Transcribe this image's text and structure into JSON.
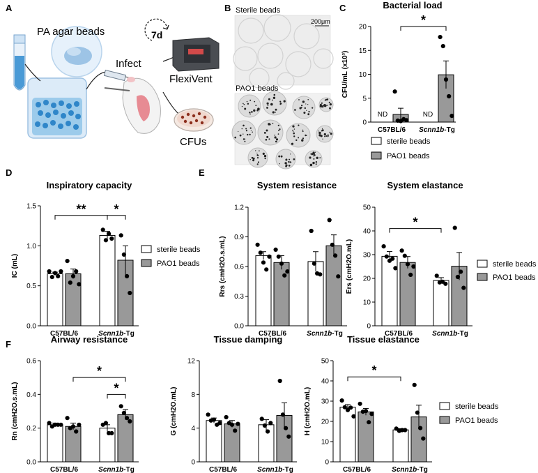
{
  "panels": {
    "A": "A",
    "B": "B",
    "C": "C",
    "D": "D",
    "E": "E",
    "F": "F"
  },
  "schematic": {
    "beads_label": "PA agar beads",
    "days_label": "7d",
    "infect_label": "Infect",
    "flexivent_label": "FlexiVent",
    "cfu_label": "CFUs"
  },
  "micrographs": {
    "sterile_label": "Sterile beads",
    "pao1_label": "PAO1 beads",
    "scalebar_label": "200μm"
  },
  "legend": {
    "sterile": "sterile beads",
    "pao1": "PAO1 beads"
  },
  "colors": {
    "sterile": "#ffffff",
    "pao1": "#999999",
    "stroke": "#000000"
  },
  "chart_data": [
    {
      "id": "C",
      "type": "bar",
      "title": "Bacterial load",
      "ylabel": "CFU/mL (x10³)",
      "ylim": [
        0,
        20
      ],
      "yticks": [
        0,
        5,
        10,
        15,
        20
      ],
      "categories": [
        "C57BL/6",
        "Scnn1b-Tg"
      ],
      "series": [
        {
          "name": "sterile beads",
          "values": [
            null,
            null
          ],
          "labels": [
            "ND",
            "ND"
          ]
        },
        {
          "name": "PAO1 beads",
          "values": [
            1.6,
            9.9
          ],
          "sem": [
            1.3,
            2.9
          ],
          "points": [
            [
              6.4,
              0.3,
              0.2,
              0.6,
              0.4
            ],
            [
              17.8,
              15.9,
              8.9,
              5.4,
              1.3
            ]
          ]
        }
      ],
      "significance": [
        {
          "from": [
            0,
            1
          ],
          "to": [
            1,
            1
          ],
          "label": "*",
          "y": 20
        }
      ]
    },
    {
      "id": "D",
      "type": "bar",
      "title": "Inspiratory capacity",
      "ylabel": "IC (mL)",
      "ylim": [
        0,
        1.5
      ],
      "yticks": [
        0.0,
        0.5,
        1.0,
        1.5
      ],
      "categories": [
        "C57BL/6",
        "Scnn1b-Tg"
      ],
      "series": [
        {
          "name": "sterile beads",
          "values": [
            0.65,
            1.13
          ],
          "sem": [
            0.02,
            0.05
          ],
          "points": [
            [
              0.68,
              0.61,
              0.66,
              0.62,
              0.68
            ],
            [
              1.2,
              1.07,
              1.15,
              1.09
            ]
          ]
        },
        {
          "name": "PAO1 beads",
          "values": [
            0.65,
            0.82
          ],
          "sem": [
            0.06,
            0.18
          ],
          "points": [
            [
              0.81,
              0.54,
              0.62,
              0.68,
              0.52
            ],
            [
              1.13,
              0.89,
              0.62,
              0.41
            ]
          ]
        }
      ],
      "significance": [
        {
          "from": [
            0,
            0
          ],
          "to": [
            1,
            0
          ],
          "label": "**",
          "y": 1.38
        },
        {
          "from": [
            1,
            0
          ],
          "to": [
            1,
            1
          ],
          "label": "*",
          "y": 1.38
        }
      ]
    },
    {
      "id": "E1",
      "type": "bar",
      "title": "System resistance",
      "ylabel": "Rrs (cmH2O.s.mL)",
      "ylim": [
        0,
        1.2
      ],
      "yticks": [
        0.0,
        0.3,
        0.6,
        0.9,
        1.2
      ],
      "categories": [
        "C57BL/6",
        "Scnn1b-Tg"
      ],
      "series": [
        {
          "name": "sterile beads",
          "values": [
            0.71,
            0.65
          ],
          "sem": [
            0.04,
            0.1
          ],
          "points": [
            [
              0.82,
              0.74,
              0.64,
              0.57,
              0.7
            ],
            [
              0.96,
              0.63,
              0.53,
              0.52
            ]
          ]
        },
        {
          "name": "PAO1 beads",
          "values": [
            0.64,
            0.81
          ],
          "sem": [
            0.07,
            0.11
          ],
          "points": [
            [
              0.77,
              0.7,
              0.63,
              0.51,
              0.55
            ],
            [
              1.07,
              0.82,
              0.71,
              0.5
            ]
          ]
        }
      ],
      "significance": []
    },
    {
      "id": "E2",
      "type": "bar",
      "title": "System elastance",
      "ylabel": "Ers (cmH2O.mL)",
      "ylim": [
        0,
        50
      ],
      "yticks": [
        0,
        10,
        20,
        30,
        40,
        50
      ],
      "categories": [
        "C57BL/6",
        "Scnn1b-Tg"
      ],
      "series": [
        {
          "name": "sterile beads",
          "values": [
            29.3,
            19.1
          ],
          "sem": [
            2.0,
            1.2
          ],
          "points": [
            [
              33.5,
              29.2,
              27.4,
              28.3,
              24.3
            ],
            [
              21.1,
              18.3,
              18.6,
              17.7
            ]
          ]
        },
        {
          "name": "PAO1 beads",
          "values": [
            26.7,
            25.1
          ],
          "sem": [
            2.5,
            5.8
          ],
          "points": [
            [
              31.7,
              29.5,
              26.0,
              21.5,
              25.0
            ],
            [
              41.3,
              20.6,
              22.8,
              16.0
            ]
          ]
        }
      ],
      "significance": [
        {
          "from": [
            0,
            0
          ],
          "to": [
            1,
            0
          ],
          "label": "*",
          "y": 41
        }
      ]
    },
    {
      "id": "F1",
      "type": "bar",
      "title": "Airway resistance",
      "ylabel": "Rn (cmH2O.s.mL)",
      "ylim": [
        0,
        0.6
      ],
      "yticks": [
        0.0,
        0.2,
        0.4,
        0.6
      ],
      "categories": [
        "C57BL/6",
        "Scnn1b-Tg"
      ],
      "series": [
        {
          "name": "sterile beads",
          "values": [
            0.22,
            0.2
          ],
          "sem": [
            0.01,
            0.02
          ],
          "points": [
            [
              0.23,
              0.21,
              0.22,
              0.22,
              0.22
            ],
            [
              0.22,
              0.23,
              0.17,
              0.17
            ]
          ]
        },
        {
          "name": "PAO1 beads",
          "values": [
            0.21,
            0.28
          ],
          "sem": [
            0.02,
            0.03
          ],
          "points": [
            [
              0.26,
              0.2,
              0.21,
              0.18,
              0.22
            ],
            [
              0.33,
              0.29,
              0.26,
              0.24
            ]
          ]
        }
      ],
      "significance": [
        {
          "from": [
            0,
            1
          ],
          "to": [
            1,
            1
          ],
          "label": "*",
          "y": 0.5
        },
        {
          "from": [
            1,
            0
          ],
          "to": [
            1,
            1
          ],
          "label": "*",
          "y": 0.4
        }
      ]
    },
    {
      "id": "F2",
      "type": "bar",
      "title": "Tissue damping",
      "ylabel": "G (cmH2O.mL)",
      "ylim": [
        0,
        12
      ],
      "yticks": [
        0,
        4,
        8,
        12
      ],
      "categories": [
        "C57BL/6",
        "Scnn1b-Tg"
      ],
      "series": [
        {
          "name": "sterile beads",
          "values": [
            4.9,
            4.4
          ],
          "sem": [
            0.3,
            0.6
          ],
          "points": [
            [
              5.6,
              4.9,
              5.0,
              4.4,
              4.6
            ],
            [
              5.1,
              4.3,
              3.6,
              4.6
            ]
          ]
        },
        {
          "name": "PAO1 beads",
          "values": [
            4.5,
            5.5
          ],
          "sem": [
            0.4,
            1.5
          ],
          "points": [
            [
              5.3,
              4.6,
              4.4,
              3.7,
              4.5
            ],
            [
              9.6,
              5.6,
              4.0,
              3.0
            ]
          ]
        }
      ],
      "significance": []
    },
    {
      "id": "F3",
      "type": "bar",
      "title": "Tissue elastance",
      "ylabel": "H (cmH2O.mL)",
      "ylim": [
        0,
        50
      ],
      "yticks": [
        0,
        10,
        20,
        30,
        40,
        50
      ],
      "categories": [
        "C57BL/6",
        "Scnn1b-Tg"
      ],
      "series": [
        {
          "name": "sterile beads",
          "values": [
            27.0,
            15.8
          ],
          "sem": [
            1.3,
            0.6
          ],
          "points": [
            [
              30.3,
              27.0,
              25.6,
              26.8,
              22.5
            ],
            [
              16.4,
              15.3,
              15.7,
              15.7
            ]
          ]
        },
        {
          "name": "PAO1 beads",
          "values": [
            24.7,
            22.2
          ],
          "sem": [
            1.7,
            5.8
          ],
          "points": [
            [
              28.7,
              24.8,
              25.1,
              19.6,
              23.7
            ],
            [
              38.0,
              24.3,
              16.7,
              11.5
            ]
          ]
        }
      ],
      "significance": [
        {
          "from": [
            0,
            0
          ],
          "to": [
            1,
            0
          ],
          "label": "*",
          "y": 42
        }
      ]
    }
  ]
}
